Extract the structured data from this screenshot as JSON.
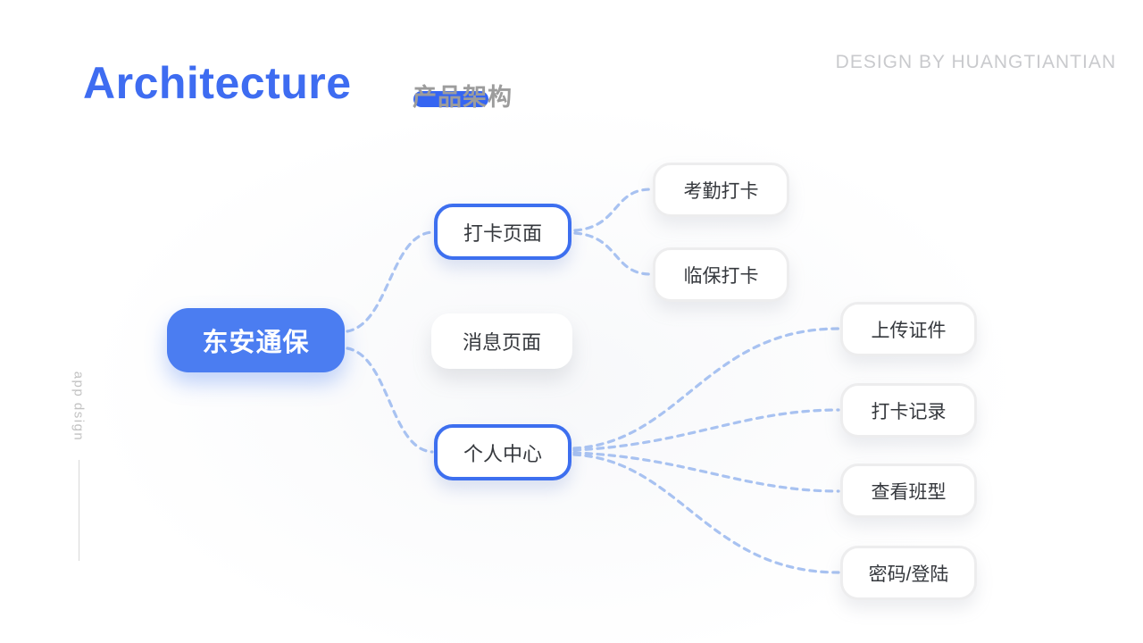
{
  "header": {
    "title": "Architecture",
    "subtitle": "产品架构",
    "credit": "DESIGN BY HUANGTIANTIAN"
  },
  "sidebar": {
    "vertical_label": "app dsign"
  },
  "colors": {
    "title_blue": "#3E6CF1",
    "root_node_blue": "#4B7DF1",
    "node_border_blue": "#3D6FEF",
    "connector_blue": "#A8C2F1",
    "subtitle_highlight_blue": "#3565F2",
    "text_dark": "#35383D",
    "muted_gray": "#9C9C9C",
    "credit_gray": "#C9CACD"
  },
  "diagram": {
    "root": {
      "label": "东安通保"
    },
    "level1": [
      {
        "id": "checkin-page",
        "label": "打卡页面",
        "style": "outlined"
      },
      {
        "id": "message-page",
        "label": "消息页面",
        "style": "plain"
      },
      {
        "id": "personal-center",
        "label": "个人中心",
        "style": "outlined"
      }
    ],
    "leaves_checkin": [
      {
        "label": "考勤打卡"
      },
      {
        "label": "临保打卡"
      }
    ],
    "leaves_profile": [
      {
        "label": "上传证件"
      },
      {
        "label": "打卡记录"
      },
      {
        "label": "查看班型"
      },
      {
        "label": "密码/登陆"
      }
    ]
  }
}
